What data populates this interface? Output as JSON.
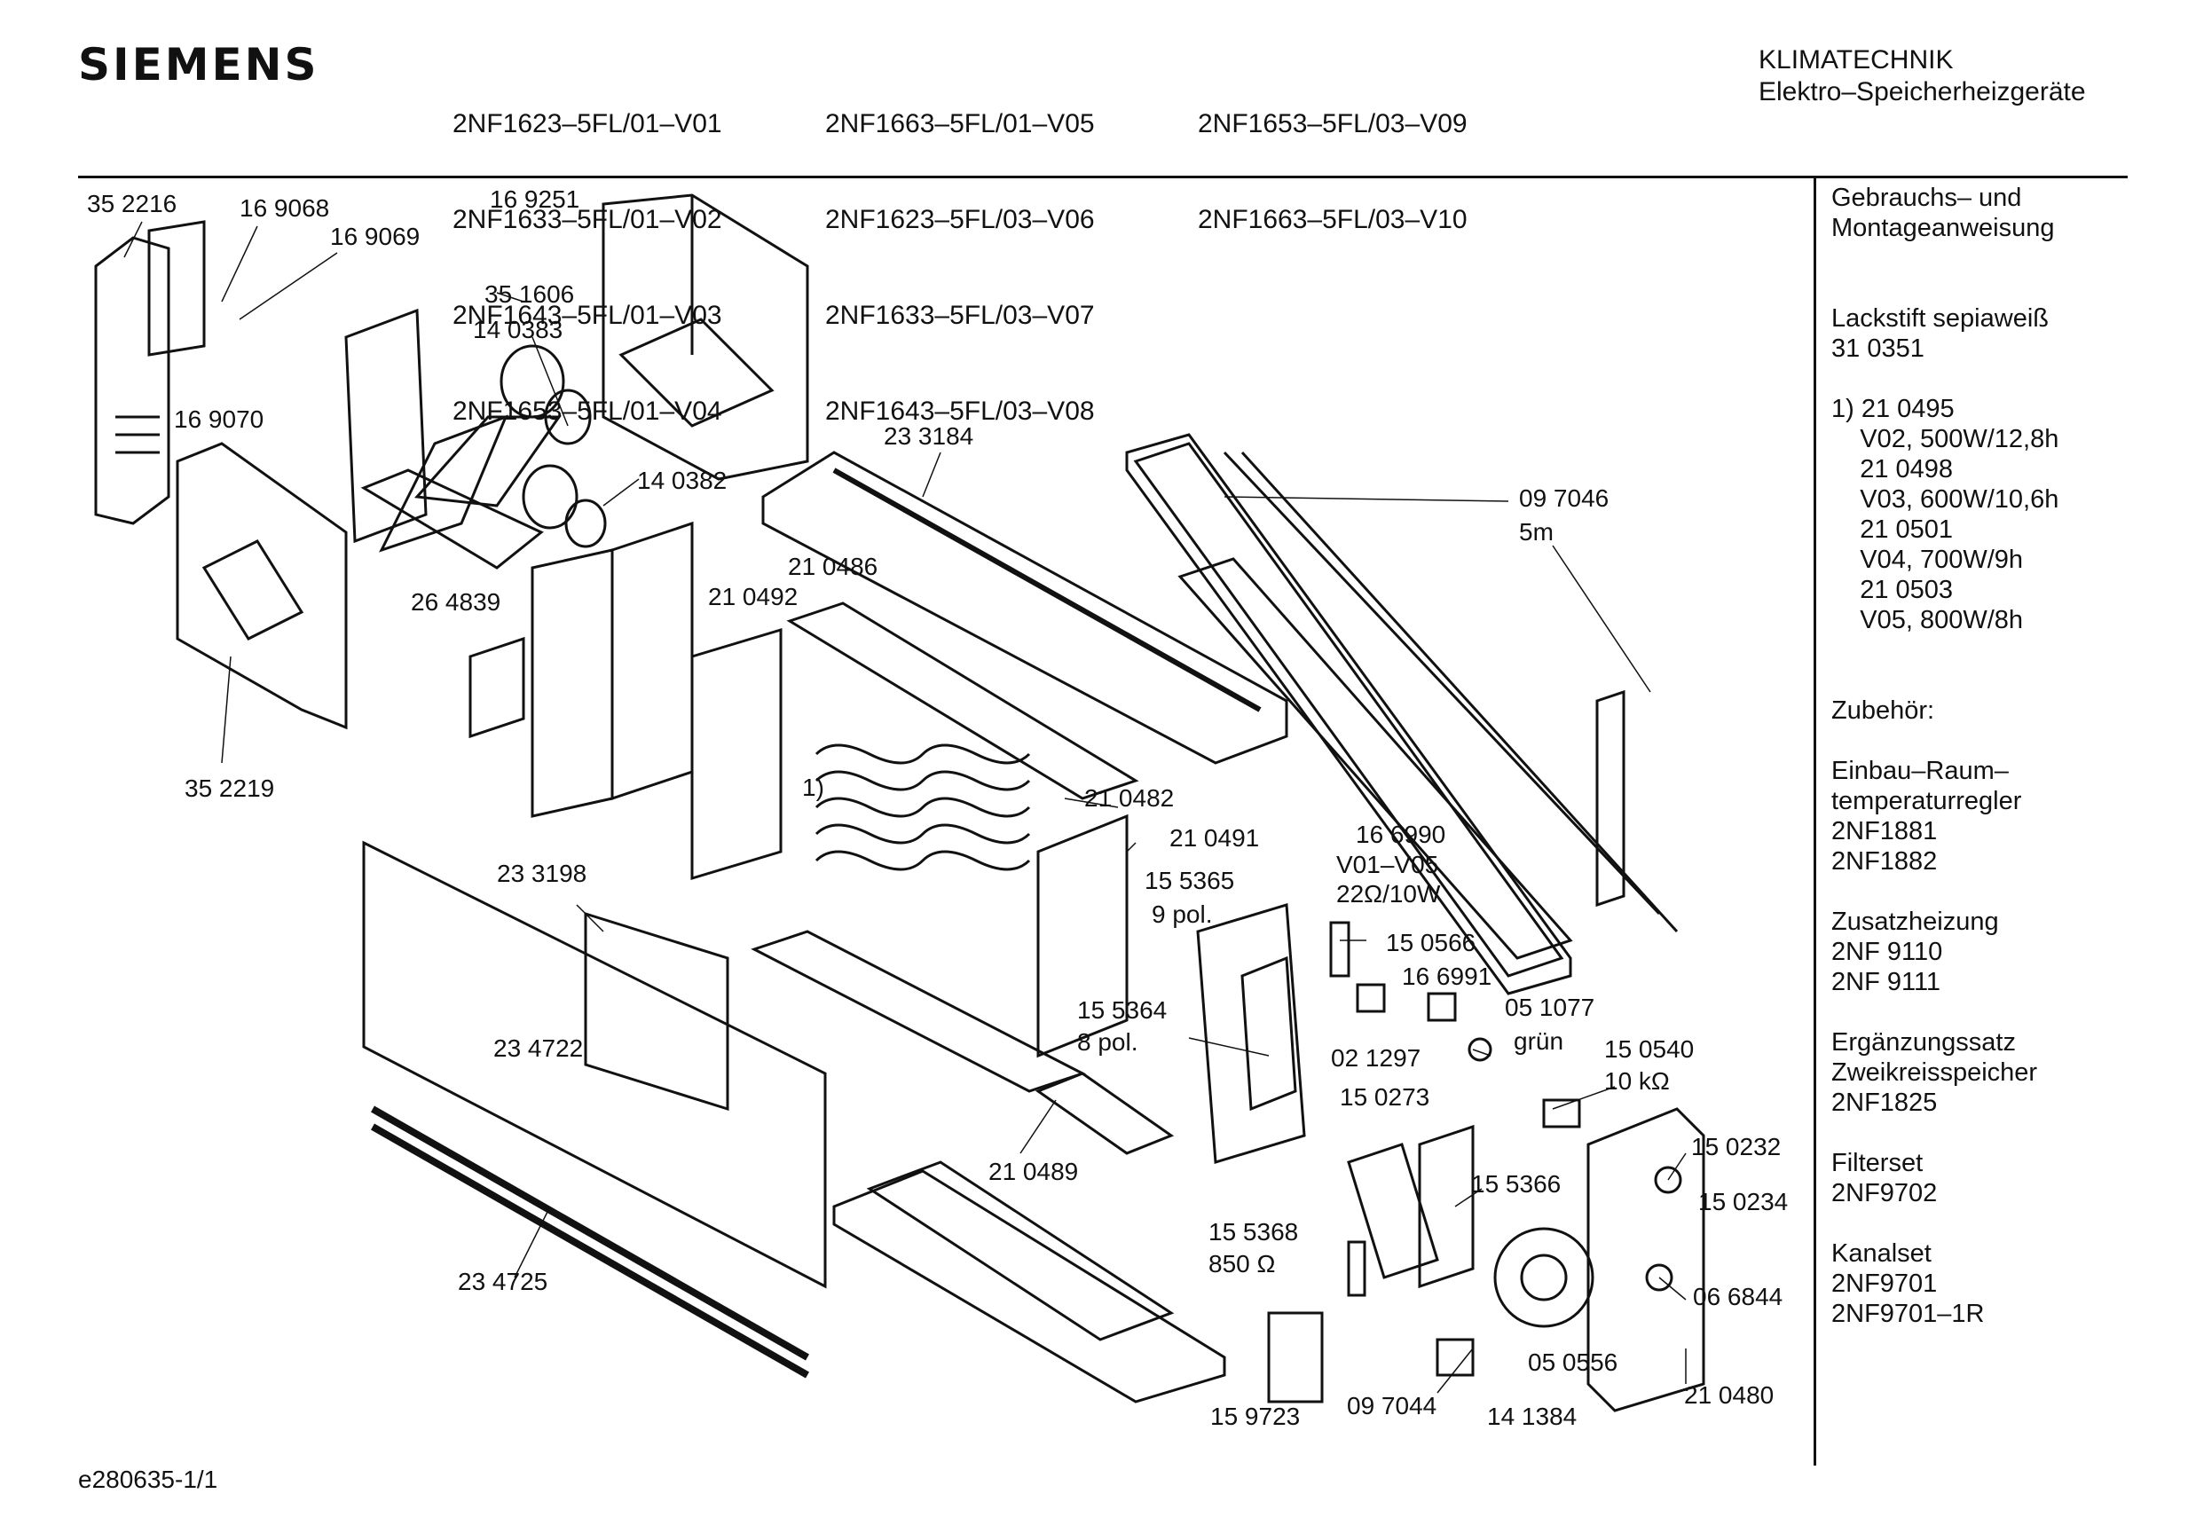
{
  "header": {
    "brand": "SIEMENS",
    "model_columns": [
      [
        "2NF1623–5FL/01–V01",
        "2NF1633–5FL/01–V02",
        "2NF1643–5FL/01–V03",
        "2NF1653–5FL/01–V04"
      ],
      [
        "2NF1663–5FL/01–V05",
        "2NF1623–5FL/03–V06",
        "2NF1633–5FL/03–V07",
        "2NF1643–5FL/03–V08"
      ],
      [
        "2NF1653–5FL/03–V09",
        "2NF1663–5FL/03–V10"
      ]
    ],
    "category_line1": "KLIMATECHNIK",
    "category_line2": "Elektro–Speicherheizgeräte"
  },
  "sidebar": {
    "manual": "Gebrauchs– und\nMontageanweisung",
    "paint": "Lackstift sepiaweiß\n31 0351",
    "variants": "1) 21 0495\n    V02, 500W/12,8h\n    21 0498\n    V03, 600W/10,6h\n    21 0501\n    V04, 700W/9h\n    21 0503\n    V05, 800W/8h",
    "accessories_title": "Zubehör:",
    "room_controller": "Einbau–Raum–\ntemperaturregler\n2NF1881\n2NF1882",
    "extra_heating": "Zusatzheizung\n2NF 9110\n2NF 9111",
    "supplement": "Ergänzungssatz\nZweikreisspeicher\n2NF1825",
    "filterset": "Filterset\n2NF9702",
    "kanalset": "Kanalset\n2NF9701\n2NF9701–1R"
  },
  "parts": {
    "p352216": "35 2216",
    "p169068": "16 9068",
    "p169069": "16 9069",
    "p169251": "16 9251",
    "p351606": "35 1606",
    "p140383": "14 0383",
    "p169070": "16 9070",
    "p140382": "14 0382",
    "p264839": "26 4839",
    "p233184": "23 3184",
    "p210486": "21 0486",
    "p210492": "21 0492",
    "p097046": "09 7046",
    "p5m": "5m",
    "p352219": "35 2219",
    "p1": "1)",
    "p210482": "21 0482",
    "p210491": "21 0491",
    "p166990": "16 6990",
    "pV01V05": "V01–V05",
    "p22ohm": "22Ω/10W",
    "p233198": "23 3198",
    "p155365": "15 5365",
    "p9pol": "9 pol.",
    "p150566": "15 0566",
    "p166991": "16 6991",
    "p234722": "23 4722",
    "p155364": "15 5364",
    "p8pol": "8 pol.",
    "p051077": "05 1077",
    "pgruen": "grün",
    "p021297": "02 1297",
    "p150540": "15 0540",
    "p10k": "10 kΩ",
    "p150273": "15 0273",
    "p210489": "21 0489",
    "p150232": "15 0232",
    "p150234": "15 0234",
    "p155366": "15 5366",
    "p234725": "23 4725",
    "p155368": "15 5368",
    "p850": "850 Ω",
    "p066844": "06 6844",
    "p050556": "05 0556",
    "p210480": "21 0480",
    "p159723": "15 9723",
    "p097044": "09 7044",
    "p141384": "14 1384"
  },
  "footer": {
    "doc_id": "e280635-1/1"
  }
}
